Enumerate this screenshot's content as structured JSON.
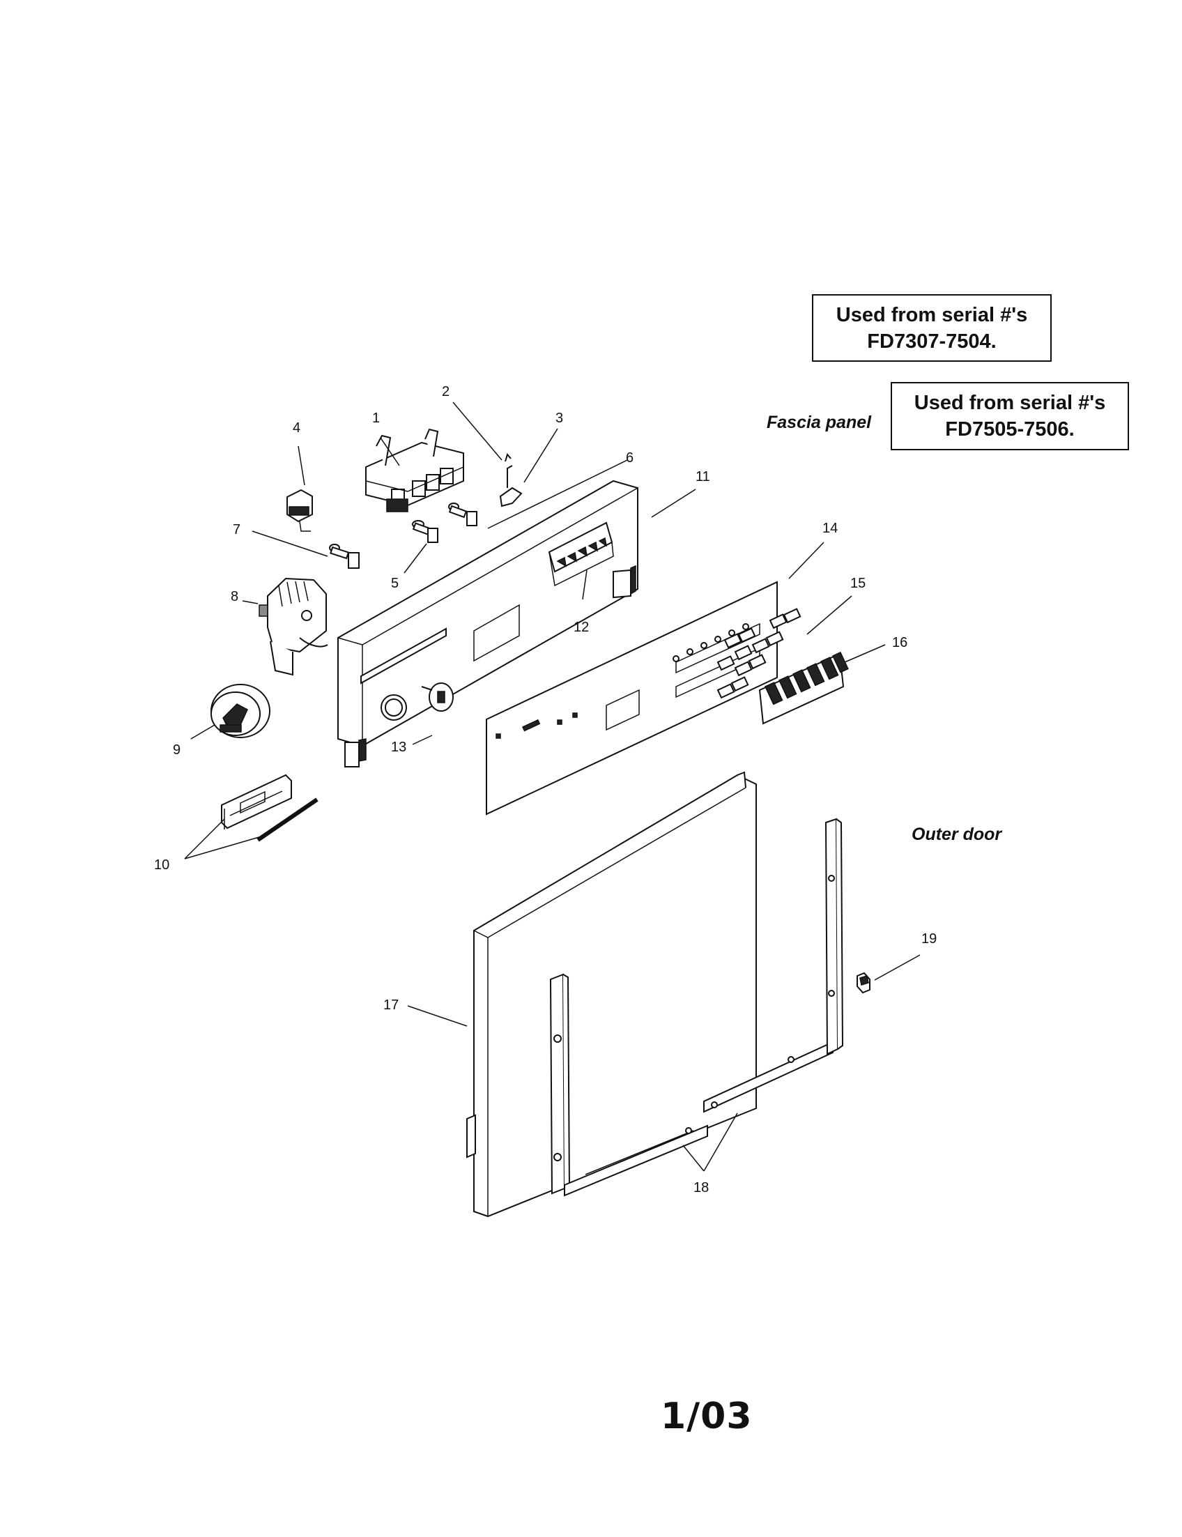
{
  "serial_notes": [
    {
      "line1": "Used from serial #'s",
      "line2": "FD7307-7504."
    },
    {
      "line1": "Used from serial #'s",
      "line2": "FD7505-7506."
    }
  ],
  "sections": {
    "fascia_panel": "Fascia panel",
    "outer_door": "Outer door"
  },
  "page_code": "1/03",
  "callouts": [
    "1",
    "2",
    "3",
    "4",
    "5",
    "6",
    "7",
    "8",
    "9",
    "10",
    "11",
    "12",
    "13",
    "14",
    "15",
    "16",
    "17",
    "18",
    "19"
  ]
}
